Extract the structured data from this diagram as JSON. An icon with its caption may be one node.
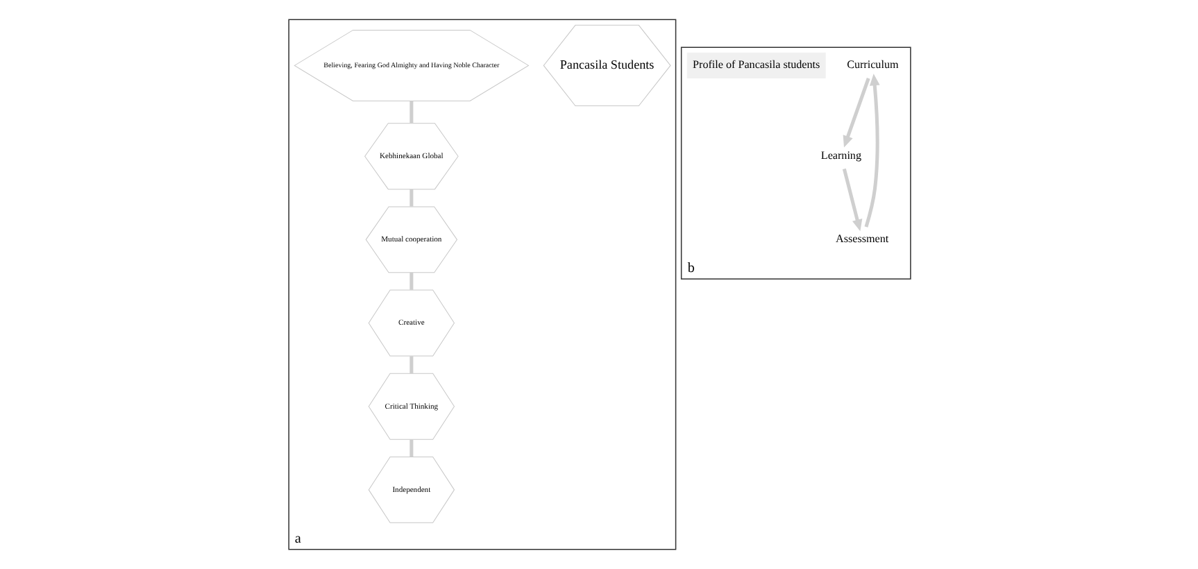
{
  "diagram": {
    "nodes": [
      {
        "text": [
          "a"
        ]
      },
      {
        "text": [
          "Pancasila Students"
        ],
        "in": 0
      },
      {
        "text": [
          "Believing, Fearing God Almighty and Having Noble Character"
        ],
        "in": 0
      },
      {
        "text": [
          "Kebhinekaan Global"
        ],
        "in": 0
      },
      {
        "text": [
          "Mutual cooperation"
        ],
        "in": 0
      },
      {
        "text": [
          "Creative"
        ],
        "in": 0
      },
      {
        "text": [
          "Critical Thinking"
        ],
        "in": 0
      },
      {
        "text": [
          "Independent"
        ],
        "in": 0
      },
      {
        "text": [
          "b"
        ]
      },
      {
        "text": [
          "Curriculum"
        ],
        "in": 8
      },
      {
        "text": [
          "Learning"
        ],
        "in": 8
      },
      {
        "text": [
          "Assessment"
        ],
        "in": 8
      },
      {
        "text": [
          "Profile of Pancasila students"
        ],
        "in": 8
      }
    ],
    "edges": [
      {
        "from": 2,
        "to": 3,
        "arrow": "none"
      },
      {
        "from": 3,
        "to": 4,
        "arrow": "none"
      },
      {
        "from": 4,
        "to": 5,
        "arrow": "none"
      },
      {
        "from": 5,
        "to": 6,
        "arrow": "none"
      },
      {
        "from": 6,
        "to": 7,
        "arrow": "none"
      },
      {
        "from": 9,
        "to": 10,
        "arrow": "to"
      },
      {
        "from": 10,
        "to": 11,
        "arrow": "to"
      },
      {
        "from": 11,
        "to": 9,
        "arrow": "to"
      }
    ]
  }
}
